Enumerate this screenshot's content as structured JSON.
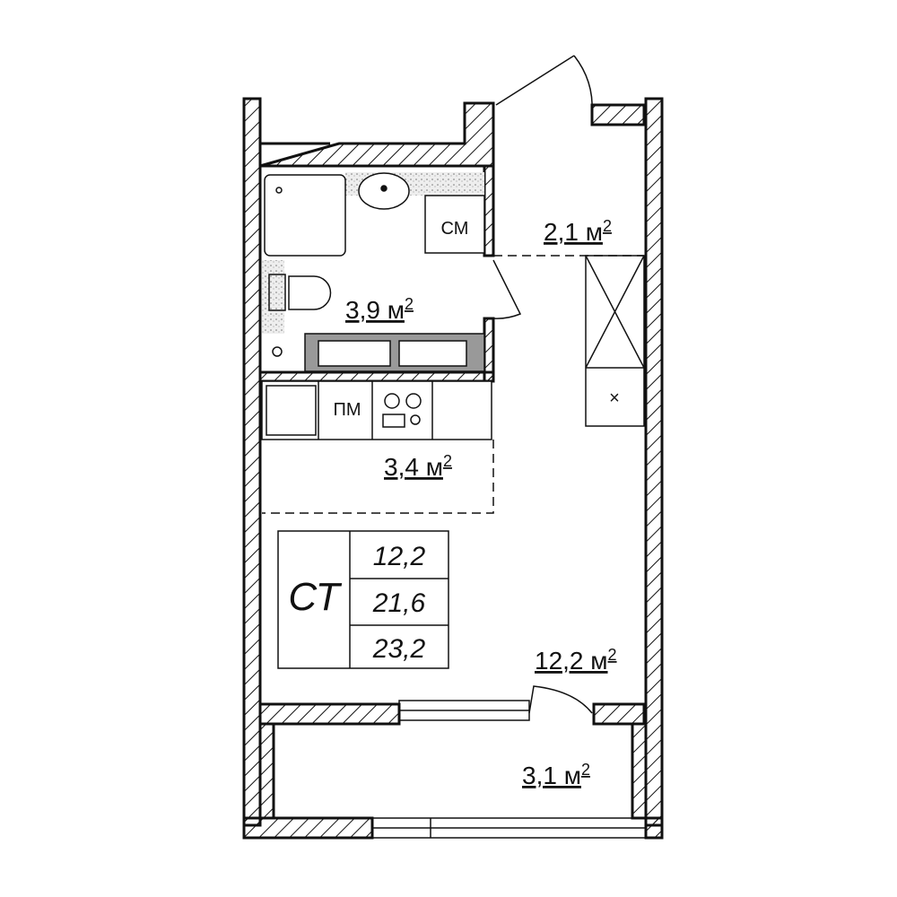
{
  "rooms": {
    "bathroom_area": "3,9 м",
    "hall_area": "2,1 м",
    "kitchen_area": "3,4 м",
    "living_area": "12,2 м",
    "balcony_area": "3,1 м",
    "sup": "2"
  },
  "fixtures": {
    "washing_machine": "СМ",
    "dishwasher": "ПМ",
    "wardrobe_mark": "×"
  },
  "summary_table": {
    "type": "СТ",
    "values": [
      "12,2",
      "21,6",
      "23,2"
    ]
  },
  "colors": {
    "wall": "#111111",
    "tile": "#d8d8d8",
    "shelf": "#888888"
  }
}
